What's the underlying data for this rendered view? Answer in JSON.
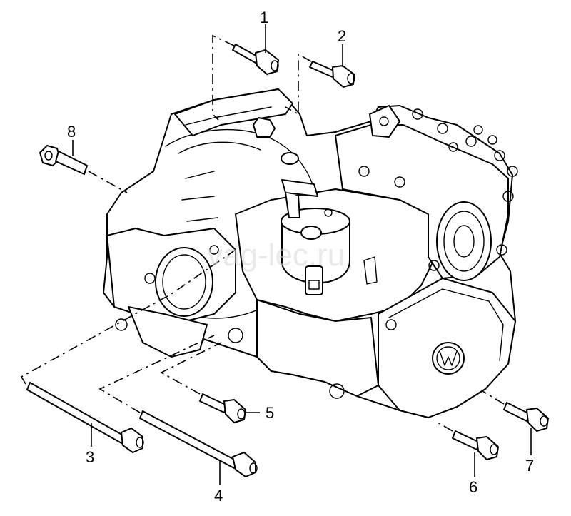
{
  "watermark": "vag-lec.ru",
  "callouts": [
    "1",
    "2",
    "3",
    "4",
    "5",
    "6",
    "7",
    "8"
  ]
}
